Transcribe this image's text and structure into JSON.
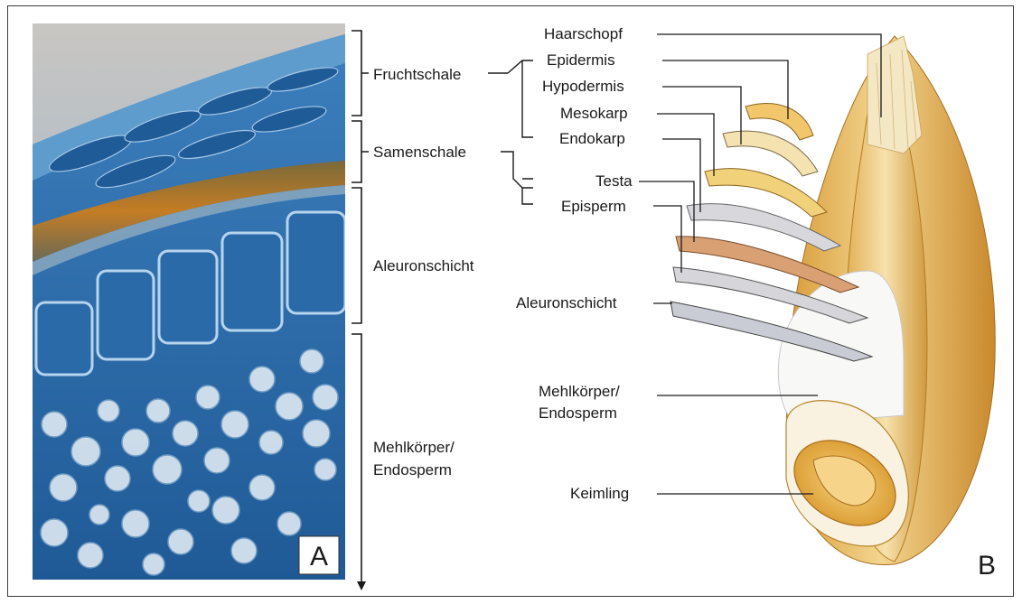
{
  "panel_a": {
    "letter": "A",
    "labels": {
      "fruchtschale": "Fruchtschale",
      "samenschale": "Samenschale",
      "aleuronschicht": "Aleuronschicht",
      "mehlkoerper_line1": "Mehlkörper/",
      "mehlkoerper_line2": "Endosperm"
    }
  },
  "panel_b": {
    "letter": "B",
    "labels": {
      "haarschopf": "Haarschopf",
      "epidermis": "Epidermis",
      "hypodermis": "Hypodermis",
      "mesokarp": "Mesokarp",
      "endokarp": "Endokarp",
      "testa": "Testa",
      "episperm": "Episperm",
      "aleuronschicht": "Aleuronschicht",
      "mehlkoerper_line1": "Mehlkörper/",
      "mehlkoerper_line2": "Endosperm",
      "keimling": "Keimling"
    }
  },
  "colors": {
    "micrograph_blue": "#2d6aa8",
    "bran_orange": "#c8882a",
    "grain_gold": "#e6b960",
    "leader_line": "#1a1a1a"
  }
}
